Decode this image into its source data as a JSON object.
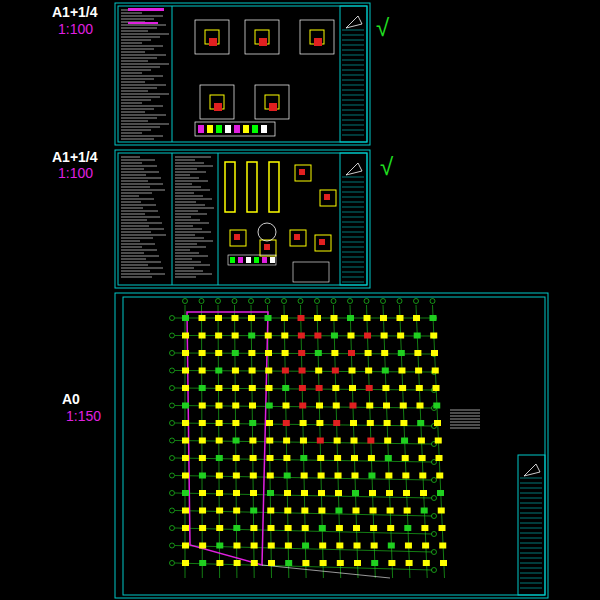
{
  "diagram": {
    "labels": [
      "A1+1/4",
      "1:100",
      "√",
      "A1+1/4",
      "1:100",
      "√",
      "A0",
      "1:150"
    ]
  }
}
